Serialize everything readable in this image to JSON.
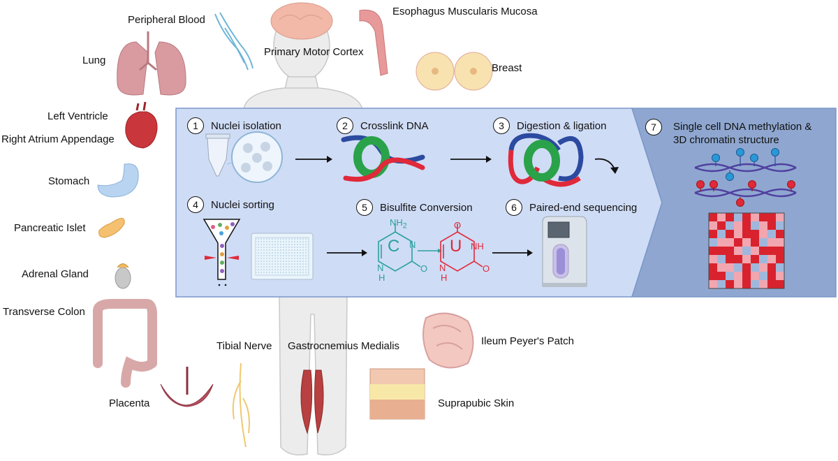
{
  "tissues": {
    "peripheral_blood": "Peripheral Blood",
    "lung": "Lung",
    "primary_motor_cortex": "Primary Motor Cortex",
    "esophagus": "Esophagus Muscularis Mucosa",
    "breast": "Breast",
    "left_ventricle": "Left Ventricle",
    "right_atrium": "Right Atrium Appendage",
    "stomach": "Stomach",
    "pancreatic_islet": "Pancreatic Islet",
    "adrenal_gland": "Adrenal Gland",
    "transverse_colon": "Transverse Colon",
    "tibial_nerve": "Tibial Nerve",
    "gastrocnemius": "Gastrocnemius Medialis",
    "ileum": "Ileum Peyer's Patch",
    "placenta": "Placenta",
    "skin": "Suprapubic Skin"
  },
  "steps": [
    {
      "num": "1",
      "label": "Nuclei isolation"
    },
    {
      "num": "2",
      "label": "Crosslink DNA"
    },
    {
      "num": "3",
      "label": "Digestion & ligation"
    },
    {
      "num": "4",
      "label": "Nuclei sorting"
    },
    {
      "num": "5",
      "label": "Bisulfite Conversion"
    },
    {
      "num": "6",
      "label": "Paired-end sequencing"
    },
    {
      "num": "7",
      "label_line1": "Single cell DNA methylation &",
      "label_line2": "3D chromatin structure"
    }
  ],
  "molecules": {
    "cytosine_letter": "C",
    "uracil_letter": "U",
    "nh2": "NH",
    "nh2_sub": "2",
    "n": "N",
    "nh": "NH",
    "h": "H",
    "o": "O"
  },
  "colors": {
    "panel_blue": "#cfdcf5",
    "panel_dark": "#8fa7d0",
    "dna_blue": "#2b4aa0",
    "dna_red": "#e0293a",
    "ring_green": "#2aa24a",
    "cytosine_teal": "#2aa0a0",
    "uracil_red": "#e0293a"
  }
}
